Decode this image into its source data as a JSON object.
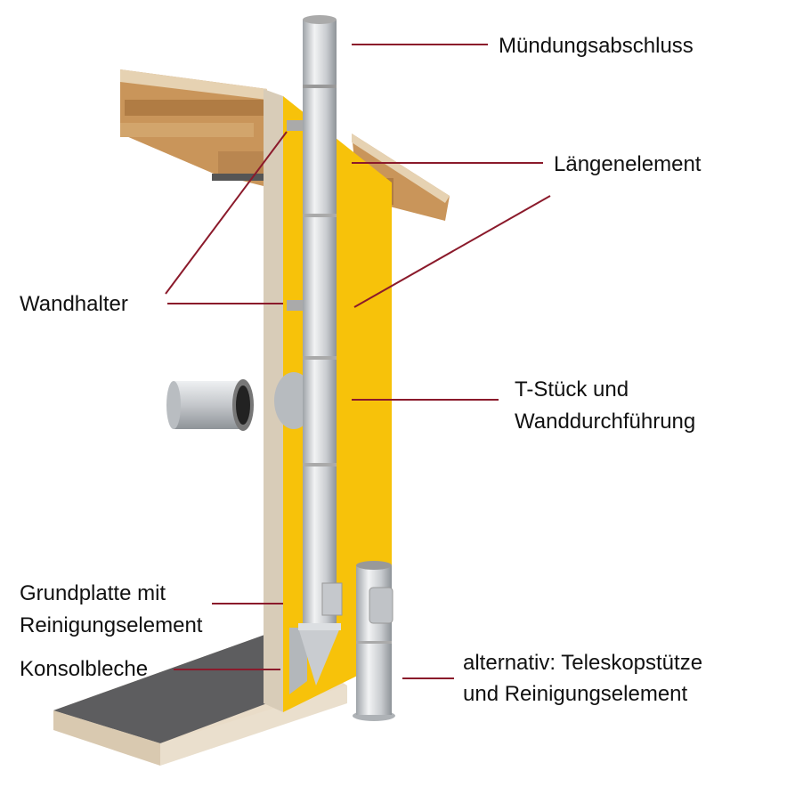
{
  "labels": {
    "muendungsabschluss": "Mündungsabschluss",
    "laengenelement": "Längenelement",
    "wandhalter": "Wandhalter",
    "tstueck_line1": "T-Stück und",
    "tstueck_line2": "Wanddurchführung",
    "grundplatte_line1": "Grundplatte mit",
    "grundplatte_line2": "Reinigungselement",
    "konsolbleche": "Konsolbleche",
    "alternativ_line1": "alternativ: Teleskopstütze",
    "alternativ_line2": "und Reinigungselement"
  },
  "colors": {
    "leader": "#8b1a2b",
    "insulation": "#f7c20a",
    "steel": "#d4d7da",
    "wood": "#c9955a"
  }
}
